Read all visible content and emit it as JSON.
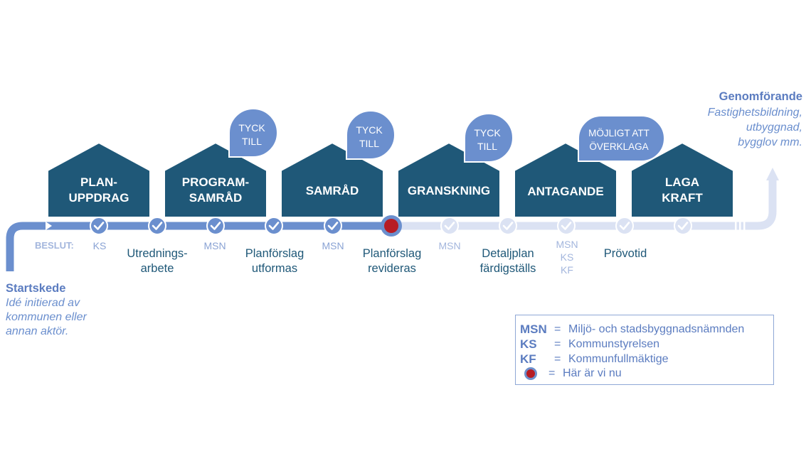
{
  "colors": {
    "house": "#1f5878",
    "bubble": "#6b8fce",
    "timeline_active": "#6b8fce",
    "timeline_inactive": "#dbe2f3",
    "label_dark": "#1f5878",
    "label_light": "#8aa3d4",
    "current_marker": "#b71c24"
  },
  "houses": [
    {
      "line1": "PLAN-",
      "line2": "UPPDRAG"
    },
    {
      "line1": "PROGRAM-",
      "line2": "SAMRÅD"
    },
    {
      "line1": "SAMRÅD",
      "line2": ""
    },
    {
      "line1": "GRANSKNING",
      "line2": ""
    },
    {
      "line1": "ANTAGANDE",
      "line2": ""
    },
    {
      "line1": "LAGA",
      "line2": "KRAFT"
    }
  ],
  "bubbles": [
    {
      "line1": "TYCK",
      "line2": "TILL"
    },
    {
      "line1": "TYCK",
      "line2": "TILL"
    },
    {
      "line1": "TYCK",
      "line2": "TILL"
    },
    {
      "line1": "MÖJLIGT ATT",
      "line2": "ÖVERKLAGA"
    }
  ],
  "beslut_label": "BESLUT:",
  "decisions": [
    {
      "lines": [
        "KS"
      ]
    },
    {
      "lines": [
        "MSN"
      ]
    },
    {
      "lines": [
        "MSN"
      ]
    },
    {
      "lines": [
        "MSN"
      ]
    },
    {
      "lines": [
        "MSN",
        "KS",
        "KF"
      ]
    }
  ],
  "steps": [
    {
      "line1": "Utrednings-",
      "line2": "arbete"
    },
    {
      "line1": "Planförslag",
      "line2": "utformas"
    },
    {
      "line1": "Planförslag",
      "line2": "revideras"
    },
    {
      "line1": "Detaljplan",
      "line2": "färdigställs"
    },
    {
      "line1": "Prövotid",
      "line2": ""
    }
  ],
  "start": {
    "title": "Startskede",
    "desc": [
      "Idé initierad av",
      "kommunen eller",
      "annan aktör."
    ]
  },
  "end": {
    "title": "Genomförande",
    "desc": [
      "Fastighetsbildning,",
      "utbyggnad,",
      "bygglov mm."
    ]
  },
  "legend": {
    "rows": [
      {
        "abbr": "MSN",
        "text": "Miljö- och stadsbyggnadsnämnden"
      },
      {
        "abbr": "KS",
        "text": "Kommunstyrelsen"
      },
      {
        "abbr": "KF",
        "text": "Kommunfullmäktige"
      }
    ],
    "current_text": "Här är vi nu"
  }
}
